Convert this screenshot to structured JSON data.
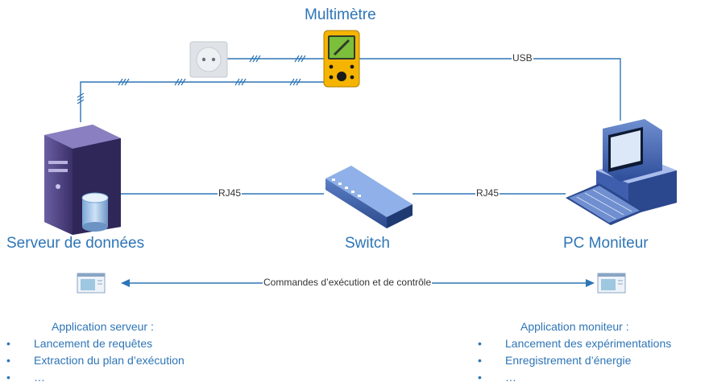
{
  "title": "Multimètre",
  "nodes": {
    "server": "Serveur de données",
    "switch": "Switch",
    "monitor": "PC Moniteur"
  },
  "connections": {
    "usb": "USB",
    "rj45_left": "RJ45",
    "rj45_right": "RJ45",
    "commands": "Commandes d’exécution et de contrôle"
  },
  "server_app": {
    "title": "Application serveur :",
    "items": [
      "Lancement de requêtes",
      "Extraction du plan d’exécution",
      "…"
    ]
  },
  "monitor_app": {
    "title": "Application moniteur :",
    "items": [
      "Lancement des expérimentations",
      "Enregistrement d’énergie",
      "…"
    ]
  },
  "colors": {
    "line": "#2E75B6",
    "multimeter": "#F5B400",
    "server": "#4B3F7A"
  }
}
